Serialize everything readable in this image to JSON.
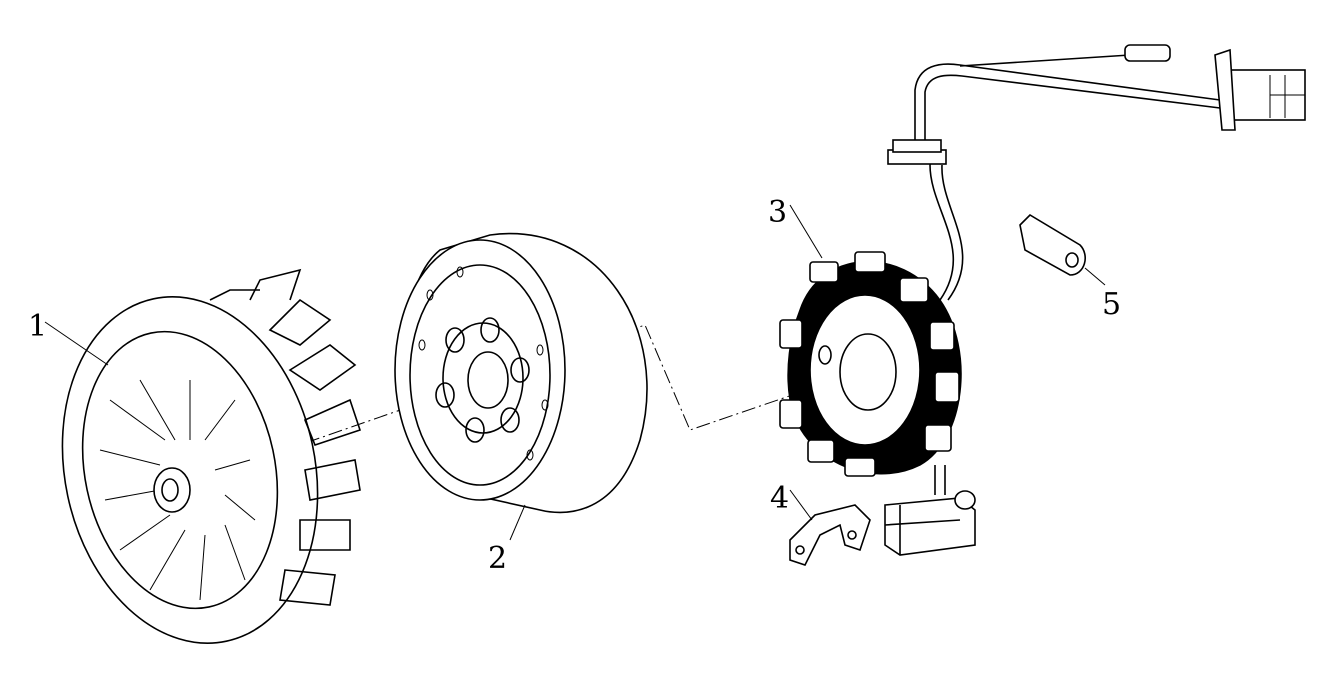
{
  "diagram": {
    "type": "exploded-parts-view",
    "callouts": [
      {
        "number": "1",
        "part": "cooling-fan"
      },
      {
        "number": "2",
        "part": "flywheel-rotor"
      },
      {
        "number": "3",
        "part": "stator-coil-assembly"
      },
      {
        "number": "4",
        "part": "wire-clamp-bracket"
      },
      {
        "number": "5",
        "part": "clip"
      }
    ]
  }
}
